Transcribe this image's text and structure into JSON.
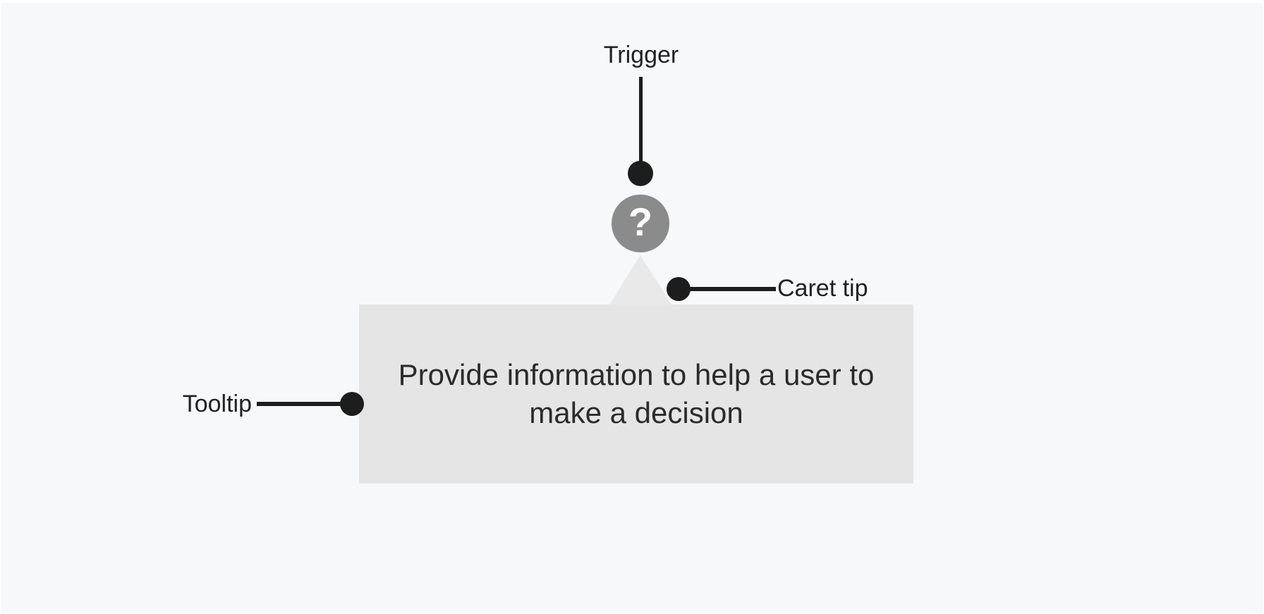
{
  "callouts": {
    "trigger": {
      "label": "Trigger"
    },
    "caret_tip": {
      "label": "Caret tip"
    },
    "tooltip": {
      "label": "Tooltip"
    }
  },
  "tooltip_component": {
    "trigger_icon": {
      "name": "question-mark-icon",
      "glyph": "?"
    },
    "message": "Provide information to help a user to make a decision"
  },
  "colors": {
    "background": "#f7f8fa",
    "frame": "#ffffff",
    "trigger_circle": "#8a8b8a",
    "trigger_glyph": "#ffffff",
    "caret": "#e9e9e9",
    "tooltip_bg": "#e4e5e4",
    "tooltip_text": "#2b2b2b",
    "annotation": "#1d1d1d",
    "label_text": "#212121"
  }
}
